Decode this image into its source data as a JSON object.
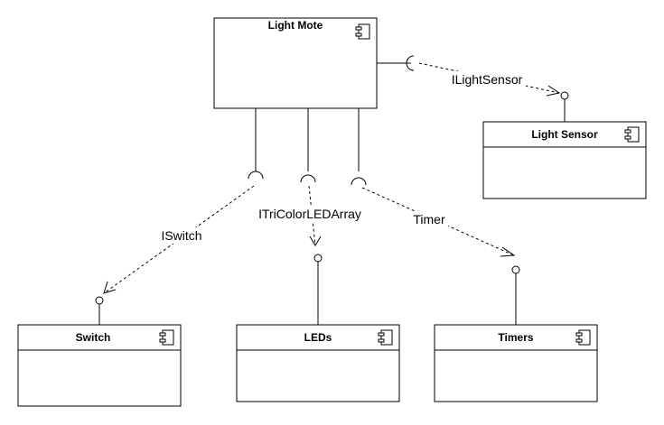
{
  "diagram": {
    "components": {
      "light_mote": "Light Mote",
      "light_sensor": "Light Sensor",
      "switch": "Switch",
      "leds": "LEDs",
      "timers": "Timers"
    },
    "interfaces": {
      "ilightsensor": "ILightSensor",
      "iswitch": "ISwitch",
      "itricolorledarray": "ITriColorLEDArray",
      "timer": "Timer"
    },
    "icon": "component-icon"
  }
}
